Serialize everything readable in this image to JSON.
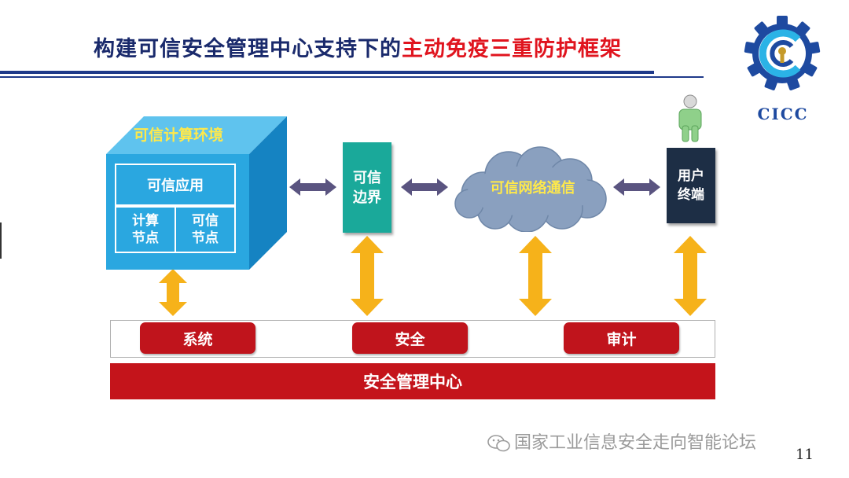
{
  "title": {
    "prefix": "构建可信安全管理中心支持下的",
    "highlight": "主动免疫三重防护框架"
  },
  "logo": {
    "text": "CICC"
  },
  "cube": {
    "title": "可信计算环境",
    "app_label": "可信应用",
    "node_left": "计算\n节点",
    "node_right": "可信\n节点"
  },
  "boundary": {
    "label": "可信\n边界"
  },
  "cloud": {
    "label": "可信网络通信"
  },
  "user": {
    "label": "用户\n终端"
  },
  "bottom": {
    "pills": [
      "系统",
      "安全",
      "审计"
    ],
    "center": "安全管理中心"
  },
  "watermark": "国家工业信息安全走向智能论坛",
  "page_number": "11",
  "colors": {
    "title_blue": "#1a2a6c",
    "title_red": "#e0141e",
    "cube_blue": "#2aa7e0",
    "teal": "#1aa99a",
    "dark_navy": "#1d2e45",
    "red": "#c4141b",
    "arrow_gold": "#f6b21a",
    "arrow_purple": "#5a5480"
  }
}
